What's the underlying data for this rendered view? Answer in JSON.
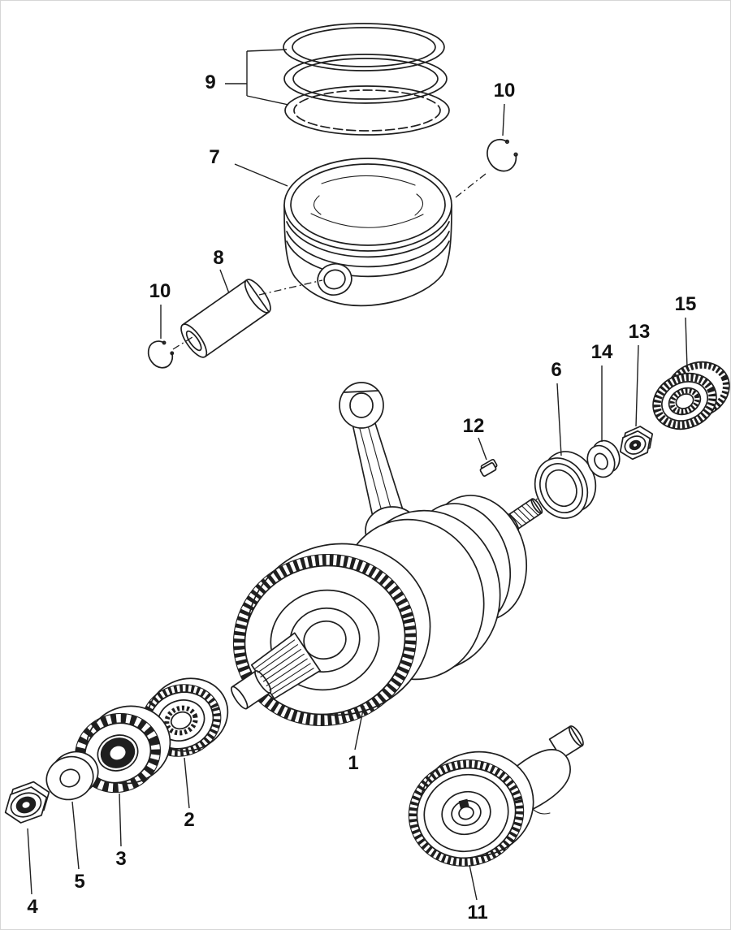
{
  "colors": {
    "line": "#1f1f1f",
    "background": "#ffffff"
  },
  "labels": [
    {
      "id": "9",
      "text": "9"
    },
    {
      "id": "10-top-right",
      "text": "10"
    },
    {
      "id": "7",
      "text": "7"
    },
    {
      "id": "8",
      "text": "8"
    },
    {
      "id": "10-left",
      "text": "10"
    },
    {
      "id": "15",
      "text": "15"
    },
    {
      "id": "13",
      "text": "13"
    },
    {
      "id": "14",
      "text": "14"
    },
    {
      "id": "6",
      "text": "6"
    },
    {
      "id": "12",
      "text": "12"
    },
    {
      "id": "1",
      "text": "1"
    },
    {
      "id": "2",
      "text": "2"
    },
    {
      "id": "3",
      "text": "3"
    },
    {
      "id": "5",
      "text": "5"
    },
    {
      "id": "4",
      "text": "4"
    },
    {
      "id": "11",
      "text": "11"
    }
  ]
}
